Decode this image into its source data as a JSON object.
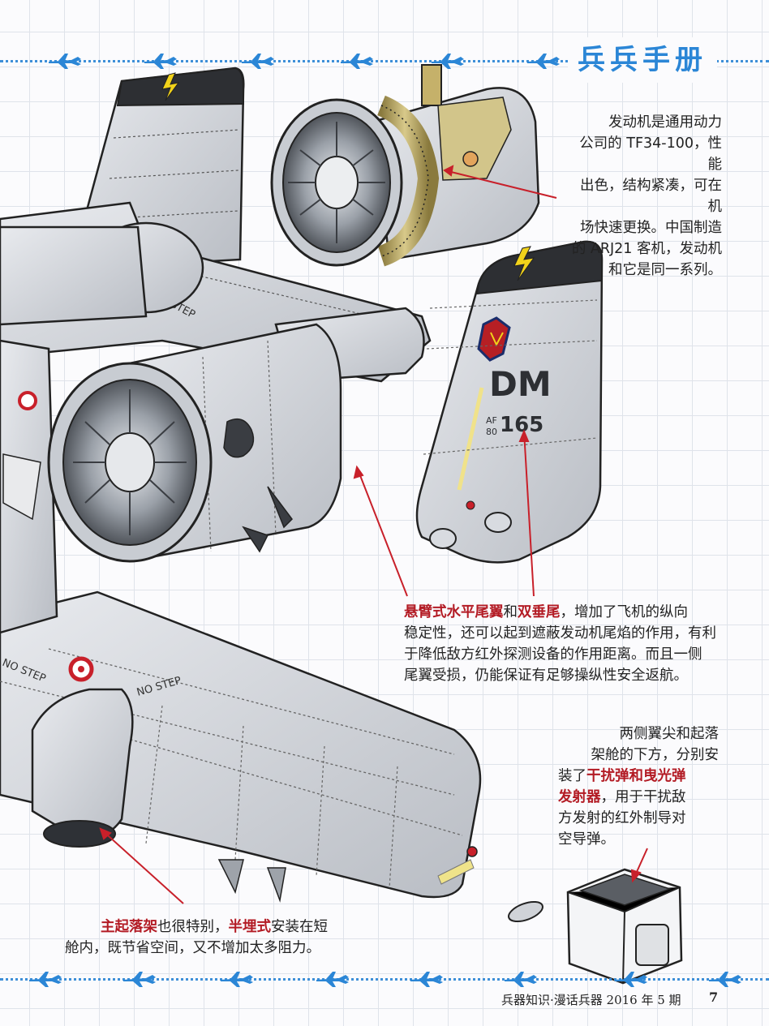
{
  "header": {
    "brand": "兵兵手册"
  },
  "captions": {
    "engine": [
      "发动机是通用动力",
      "公司的 TF34-100，性能",
      "出色，结构紧凑，可在机",
      "场快速更换。中国制造",
      "的 ARJ21 客机，发动机",
      "和它是同一系列。"
    ],
    "tail": {
      "line1_a": "悬臂式水平尾翼",
      "line1_b": "和",
      "line1_c": "双垂尾",
      "line1_d": "，增加了飞机的纵向",
      "line2": "稳定性，还可以起到遮蔽发动机尾焰的作用，有利",
      "line3": "于降低敌方红外探测设备的作用距离。而且一侧",
      "line4": "尾翼受损，仍能保证有足够操纵性安全返航。"
    },
    "flare": {
      "line1": "两侧翼尖和起落",
      "line2": "架舱的下方，分别安",
      "line3_a": "装了",
      "line3_b": "干扰弹和曳光弹",
      "line4_a": "发射器",
      "line4_b": "，用于干扰敌",
      "line5": "方发射的红外制导对",
      "line6": "空导弹。"
    },
    "gear": {
      "line1_a": "主起落架",
      "line1_b": "也很特别，",
      "line1_c": "半埋式",
      "line1_d": "安装在短",
      "line2": "舱内，既节省空间，又不增加太多阻力。"
    }
  },
  "aircraft_markings": {
    "tail_code": "DM",
    "serial_prefix_1": "AF",
    "serial_prefix_2": "80",
    "serial": "165",
    "no_step": "NO STEP"
  },
  "footer": {
    "publication": "兵器知识·漫话兵器 2016 年 5 期",
    "page": "7"
  },
  "colors": {
    "accent_blue": "#2b86d6",
    "highlight_red": "#b31b24",
    "leader_line": "#c8202a"
  }
}
